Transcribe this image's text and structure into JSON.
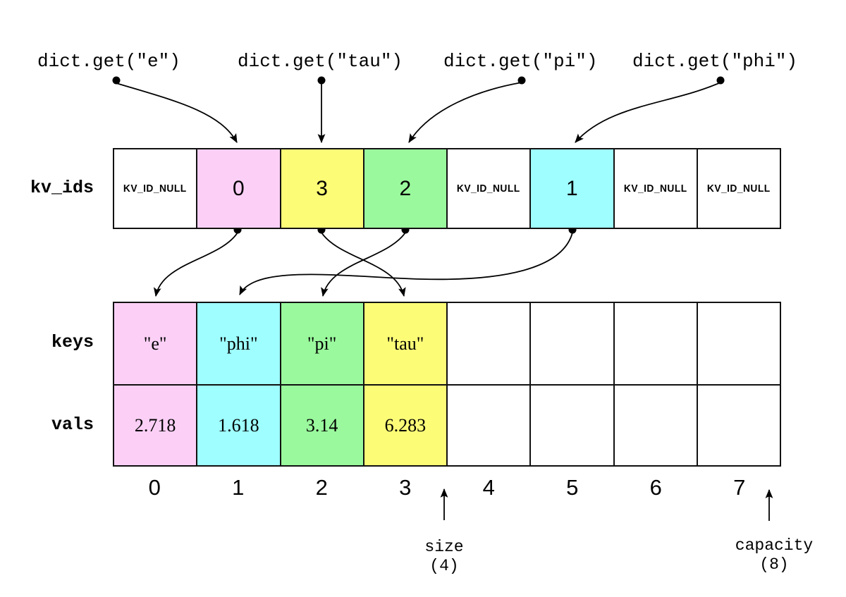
{
  "colors": {
    "pink": "#fcd0f6",
    "yellow": "#fcfc77",
    "green": "#9af99d",
    "cyan": "#9ffeff",
    "white": "#ffffff",
    "line": "#000000"
  },
  "queries": [
    {
      "label": "dict.get(\"e\")"
    },
    {
      "label": "dict.get(\"tau\")"
    },
    {
      "label": "dict.get(\"pi\")"
    },
    {
      "label": "dict.get(\"phi\")"
    }
  ],
  "kv_ids": {
    "label": "kv_ids",
    "cells": [
      {
        "text": "KV_ID_NULL",
        "color": "white"
      },
      {
        "text": "0",
        "color": "pink"
      },
      {
        "text": "3",
        "color": "yellow"
      },
      {
        "text": "2",
        "color": "green"
      },
      {
        "text": "KV_ID_NULL",
        "color": "white"
      },
      {
        "text": "1",
        "color": "cyan"
      },
      {
        "text": "KV_ID_NULL",
        "color": "white"
      },
      {
        "text": "KV_ID_NULL",
        "color": "white"
      }
    ]
  },
  "keys": {
    "label": "keys",
    "cells": [
      {
        "text": "\"e\"",
        "color": "pink"
      },
      {
        "text": "\"phi\"",
        "color": "cyan"
      },
      {
        "text": "\"pi\"",
        "color": "green"
      },
      {
        "text": "\"tau\"",
        "color": "yellow"
      },
      {
        "text": "",
        "color": "white"
      },
      {
        "text": "",
        "color": "white"
      },
      {
        "text": "",
        "color": "white"
      },
      {
        "text": "",
        "color": "white"
      }
    ]
  },
  "vals": {
    "label": "vals",
    "cells": [
      {
        "text": "2.718",
        "color": "pink"
      },
      {
        "text": "1.618",
        "color": "cyan"
      },
      {
        "text": "3.14",
        "color": "green"
      },
      {
        "text": "6.283",
        "color": "yellow"
      },
      {
        "text": "",
        "color": "white"
      },
      {
        "text": "",
        "color": "white"
      },
      {
        "text": "",
        "color": "white"
      },
      {
        "text": "",
        "color": "white"
      }
    ]
  },
  "indices": [
    "0",
    "1",
    "2",
    "3",
    "4",
    "5",
    "6",
    "7"
  ],
  "size_annotation": {
    "label": "size",
    "value": "(4)"
  },
  "capacity_annotation": {
    "label": "capacity",
    "value": "(8)"
  }
}
